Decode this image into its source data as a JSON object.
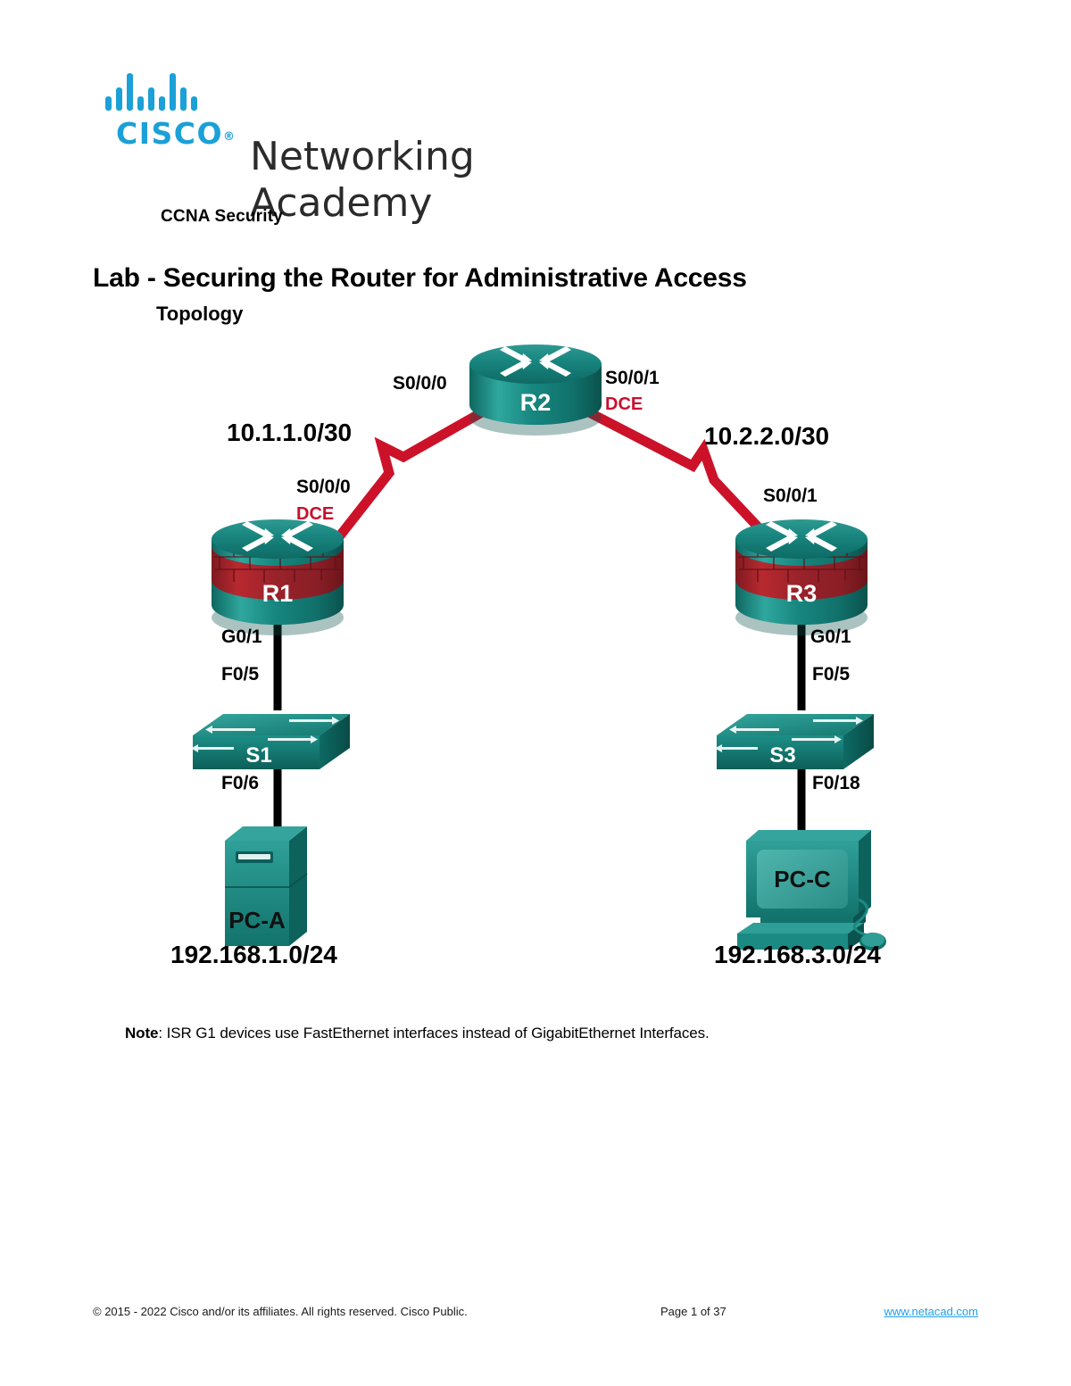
{
  "logo": {
    "brand": "CISCO",
    "trademark": "®",
    "line1": "Networking",
    "line2": "Academy",
    "bar_color": "#1BA0D7"
  },
  "header": {
    "course": "CCNA Security",
    "title": "Lab - Securing the Router for Administrative Access",
    "section": "Topology"
  },
  "topology": {
    "devices": {
      "r1": "R1",
      "r2": "R2",
      "r3": "R3",
      "s1": "S1",
      "s3": "S3",
      "pca": "PC-A",
      "pcc": "PC-C"
    },
    "interfaces": {
      "r2_left": "S0/0/0",
      "r2_right": "S0/0/1",
      "r2_right_dce": "DCE",
      "r1_serial": "S0/0/0",
      "r1_serial_dce": "DCE",
      "r3_serial": "S0/0/1",
      "r1_lan": "G0/1",
      "r3_lan": "G0/1",
      "s1_uplink": "F0/5",
      "s3_uplink": "F0/5",
      "s1_host": "F0/6",
      "s3_host": "F0/18"
    },
    "networks": {
      "wan_left": "10.1.1.0/30",
      "wan_right": "10.2.2.0/30",
      "lan_left": "192.168.1.0/24",
      "lan_right": "192.168.3.0/24"
    },
    "colors": {
      "device_teal": "#16807A",
      "device_teal_light": "#3FA8A0",
      "device_teal_dark": "#0E5F5A",
      "serial_link_red": "#CC1229",
      "dce_label_red": "#C8102E",
      "ethernet_link": "#000000",
      "brick_red": "#A02128"
    }
  },
  "note": {
    "label": "Note",
    "text": ": ISR G1 devices use FastEthernet interfaces instead of GigabitEthernet Interfaces."
  },
  "footer": {
    "copyright": "© 2015 - 2022 Cisco and/or its affiliates. All rights reserved. Cisco Public.",
    "page": "Page 1 of 37",
    "url": "www.netacad.com"
  }
}
